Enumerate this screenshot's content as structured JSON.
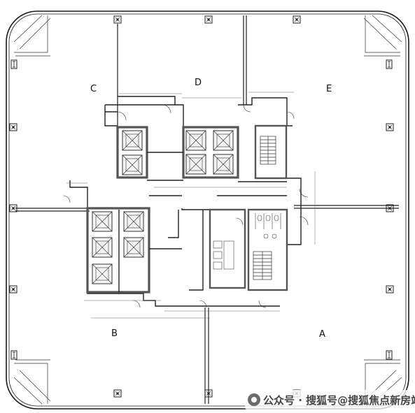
{
  "zones": {
    "A": "A",
    "B": "B",
    "C": "C",
    "D": "D",
    "E": "E"
  },
  "watermark": "公众号 · 搜狐号@搜狐焦点新房站",
  "colors": {
    "line": "#1a1a1a",
    "wall": "#555555",
    "accent": "#000000"
  },
  "icons": {
    "column": "column-marker-icon",
    "elevator": "elevator-car-icon",
    "stair": "stair-icon",
    "watermark": "wechat-logo-icon"
  }
}
